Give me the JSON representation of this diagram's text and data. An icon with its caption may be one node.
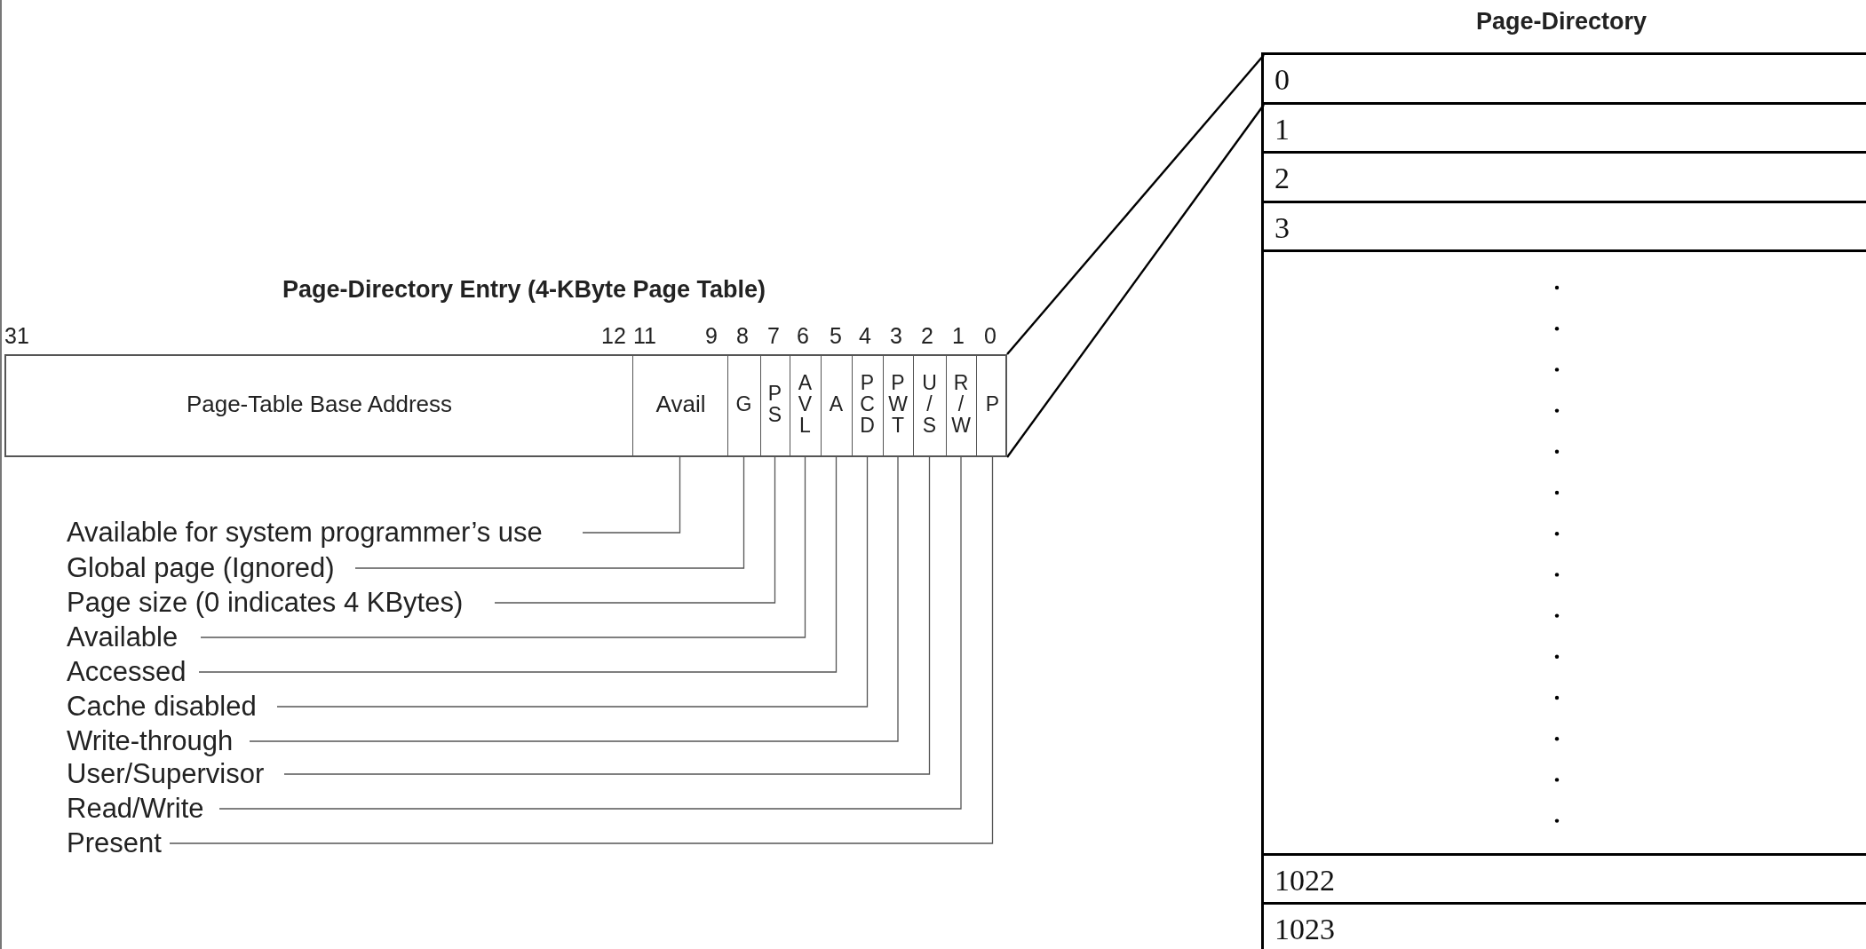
{
  "diagram": {
    "nodes": [
      {
        "text": [],
        "shape": "box"
      },
      {
        "text": [
          "Page-Table Base Address"
        ],
        "in": 0
      },
      {
        "text": [
          "Avail"
        ],
        "in": 0
      },
      {
        "text": [
          "G"
        ],
        "in": 0
      },
      {
        "text": [
          "P S"
        ],
        "in": 0
      },
      {
        "text": [
          "A V L"
        ],
        "in": 0
      },
      {
        "text": [
          "A"
        ],
        "in": 0
      },
      {
        "text": [
          "P C D"
        ],
        "in": 0
      },
      {
        "text": [
          "P W T"
        ],
        "in": 0
      },
      {
        "text": [
          "U / S"
        ],
        "in": 0
      },
      {
        "text": [
          "R / W"
        ],
        "in": 0
      },
      {
        "text": [
          "P"
        ],
        "in": 0
      },
      {
        "text": [
          "Available for system programmer’s use"
        ]
      },
      {
        "text": [
          "Global page (Ignored)"
        ]
      },
      {
        "text": [
          "Page size (0 indicates 4 KBytes)"
        ]
      },
      {
        "text": [
          "Available"
        ]
      },
      {
        "text": [
          "Accessed"
        ]
      },
      {
        "text": [
          "Cache disabled"
        ]
      },
      {
        "text": [
          "Write-through"
        ]
      },
      {
        "text": [
          "User/Supervisor"
        ]
      },
      {
        "text": [
          "Read/Write"
        ]
      },
      {
        "text": [
          "Present"
        ]
      },
      {
        "text": [],
        "shape": "box"
      },
      {
        "text": [
          "0"
        ],
        "in": 22
      },
      {
        "text": [
          "1"
        ],
        "in": 22
      },
      {
        "text": [
          "2"
        ],
        "in": 22
      },
      {
        "text": [
          "3"
        ],
        "in": 22
      },
      {
        "text": [],
        "shape": "box",
        "in": 22
      },
      {
        "text": [
          "1022"
        ],
        "in": 22
      },
      {
        "text": [
          "1023"
        ],
        "in": 22
      }
    ],
    "edges": [
      {
        "from": 12,
        "to": 2,
        "arrow": "none"
      },
      {
        "from": 13,
        "to": 3,
        "arrow": "none"
      },
      {
        "from": 14,
        "to": 4,
        "arrow": "none"
      },
      {
        "from": 15,
        "to": 5,
        "arrow": "none"
      },
      {
        "from": 16,
        "to": 6,
        "arrow": "none"
      },
      {
        "from": 17,
        "to": 7,
        "arrow": "none"
      },
      {
        "from": 18,
        "to": 8,
        "arrow": "none"
      },
      {
        "from": 19,
        "to": 9,
        "arrow": "none"
      },
      {
        "from": 20,
        "to": 10,
        "arrow": "none"
      },
      {
        "from": 21,
        "to": 11,
        "arrow": "none"
      },
      {
        "from": 0,
        "to": 23,
        "arrow": "none",
        "color": "#000000"
      },
      {
        "from": 0,
        "to": 23,
        "arrow": "none",
        "color": "#000000"
      }
    ],
    "labels": [
      "Page-Directory",
      "Page-Directory Entry (4-KByte Page Table)",
      "31",
      "12",
      "11",
      "9",
      "8",
      "7",
      "6",
      "5",
      "4",
      "3",
      "2",
      "1",
      "0"
    ]
  }
}
